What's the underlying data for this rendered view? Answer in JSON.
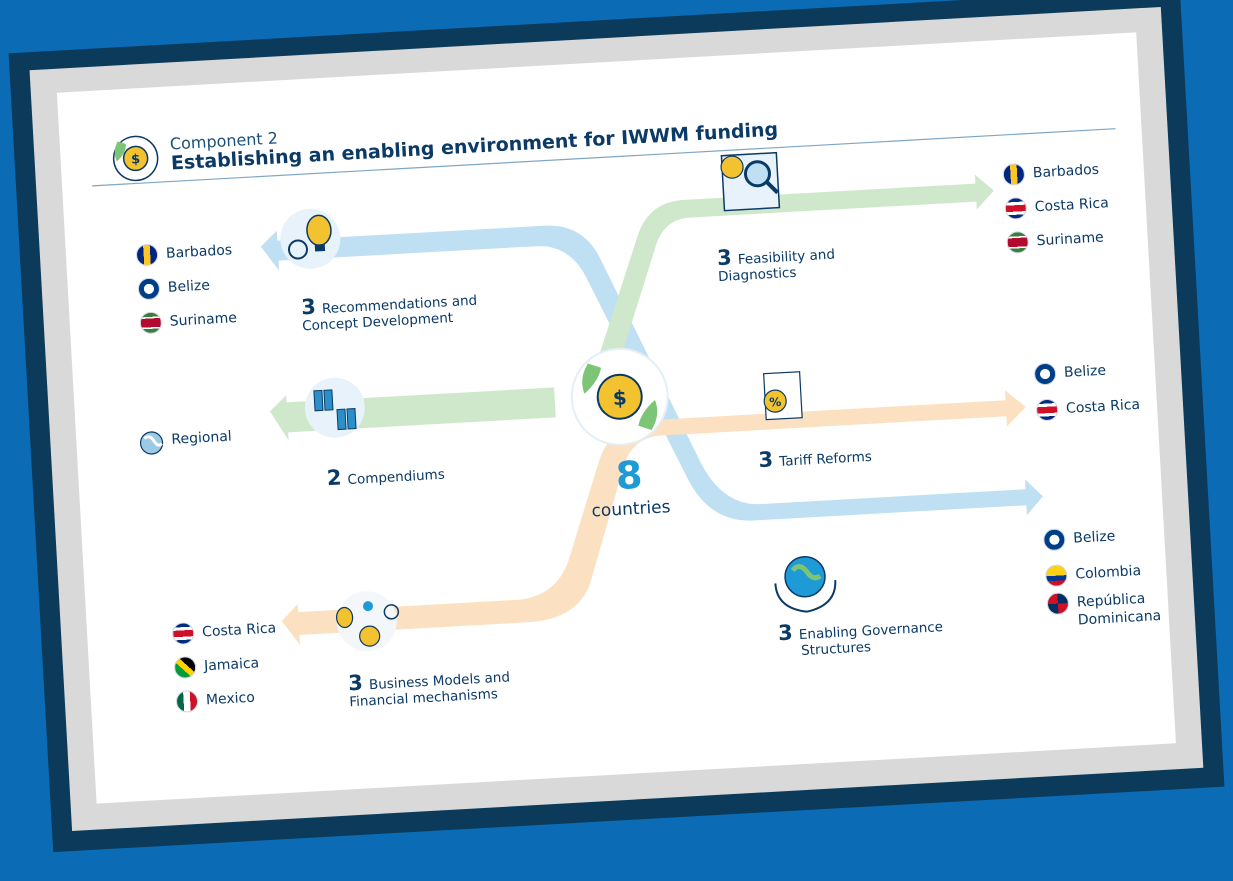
{
  "header": {
    "subtitle": "Component 2",
    "title": "Establishing an enabling environment for IWWM funding"
  },
  "center": {
    "number": "8",
    "label": "countries"
  },
  "branches": [
    {
      "key": "recommendations",
      "count": "3",
      "label_line1": "Recommendations and",
      "label_line2": "Concept Development",
      "countries": [
        "Barbados",
        "Belize",
        "Suriname"
      ]
    },
    {
      "key": "compendiums",
      "count": "2",
      "label_line1": "Compendiums",
      "label_line2": "",
      "countries": [
        "Regional"
      ]
    },
    {
      "key": "business",
      "count": "3",
      "label_line1": "Business Models and",
      "label_line2": "Financial mechanisms",
      "countries": [
        "Costa Rica",
        "Jamaica",
        "Mexico"
      ]
    },
    {
      "key": "feasibility",
      "count": "3",
      "label_line1": "Feasibility and",
      "label_line2": "Diagnostics",
      "countries": [
        "Barbados",
        "Costa Rica",
        "Suriname"
      ]
    },
    {
      "key": "tariff",
      "count": "3",
      "label_line1": "Tariff Reforms",
      "label_line2": "",
      "countries": [
        "Belize",
        "Costa Rica"
      ]
    },
    {
      "key": "governance",
      "count": "3",
      "label_line1": "Enabling Governance",
      "label_line2": "Structures",
      "countries": [
        "Belize",
        "Colombia",
        "República",
        "Dominicana"
      ]
    }
  ],
  "colors": {
    "background": "#0b6bb5",
    "frame": "#0b3a5b",
    "blue_band": "#bfe0f3",
    "green_band": "#cfe8cc",
    "orange_band": "#fbe1c2",
    "accent_number": "#1e9bd7",
    "text": "#0b3a66"
  },
  "icons": [
    "money-leaf-icon",
    "gear-bulb-icon",
    "books-icon",
    "globe-icon",
    "bulb-coin-gears-icon",
    "coin-magnifier-icon",
    "percent-document-icon",
    "globe-hands-icon"
  ]
}
